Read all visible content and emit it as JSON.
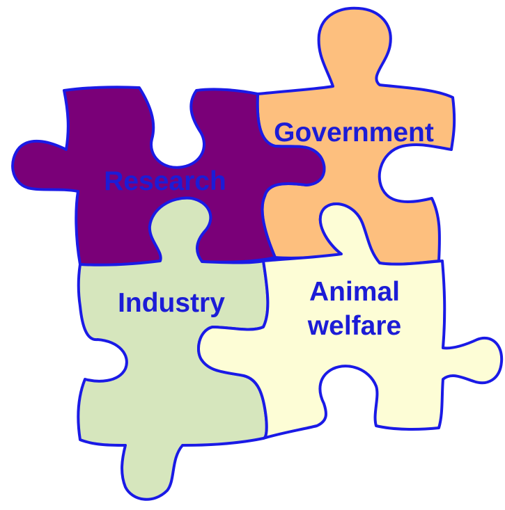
{
  "colors": {
    "outline": "#1a1ae6",
    "label_text": "#1c1cd6",
    "research_fill": "#7a0078",
    "government_fill": "#fdbf7e",
    "industry_fill": "#d6e6bd",
    "animal_welfare_fill": "#fdfdd6"
  },
  "pieces": {
    "research": {
      "label": "Research"
    },
    "government": {
      "label": "Government"
    },
    "industry": {
      "label": "Industry"
    },
    "animal_welfare": {
      "label_line1": "Animal",
      "label_line2": "welfare"
    }
  }
}
